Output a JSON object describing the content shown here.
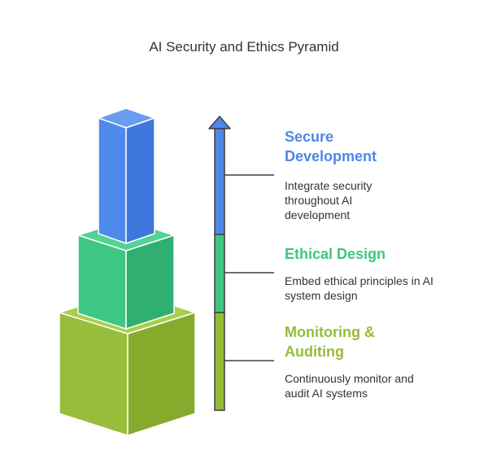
{
  "title": "AI Security and Ethics Pyramid",
  "colors": {
    "top": "#4f86e8",
    "middle": "#3ec682",
    "bottom": "#96bc36",
    "outline": "#3f3f3f",
    "text": "#333333"
  },
  "levels": [
    {
      "heading": "Secure Development",
      "description": "Integrate security throughout AI development",
      "color": "#4f86e8"
    },
    {
      "heading": "Ethical Design",
      "description": "Embed ethical principles in AI system design",
      "color": "#3ec682"
    },
    {
      "heading": "Monitoring & Auditing",
      "description": "Continuously monitor and audit AI systems",
      "color": "#96bc36"
    }
  ]
}
